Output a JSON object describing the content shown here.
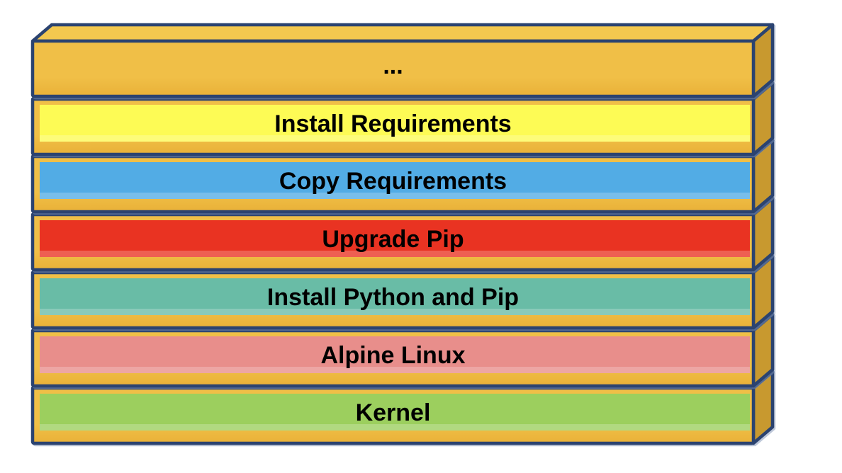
{
  "diagram": {
    "layers": [
      {
        "label": "...",
        "panel_color": null
      },
      {
        "label": "Install Requirements",
        "panel_color": "#FDFB55"
      },
      {
        "label": "Copy Requirements",
        "panel_color": "#52ACE5"
      },
      {
        "label": "Upgrade Pip",
        "panel_color": "#E93322"
      },
      {
        "label": "Install Python and Pip",
        "panel_color": "#69BCA6"
      },
      {
        "label": "Alpine Linux",
        "panel_color": "#E88E8B"
      },
      {
        "label": "Kernel",
        "panel_color": "#9CCF5E"
      }
    ],
    "slab_colors": {
      "front": "#F0BF47",
      "front_dark": "#E9B138",
      "top": "#F3C84F",
      "side": "#C8992F",
      "outline": "#2B4370"
    },
    "text_color": "#000000",
    "background": "#FFFFFF"
  }
}
